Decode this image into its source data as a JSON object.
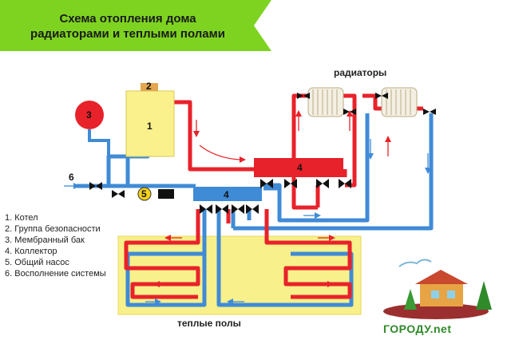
{
  "header": {
    "title_line1": "Схема отопления дома",
    "title_line2": "радиаторами и теплыми полами"
  },
  "labels": {
    "radiators": "радиаторы",
    "floors": "теплые полы"
  },
  "legend": {
    "items": [
      "1. Котел",
      "2. Группа безопасности",
      "3. Мембранный бак",
      "4. Коллектор",
      "5. Общий насос",
      "6. Восполнение системы"
    ]
  },
  "numbers": {
    "boiler": "1",
    "safety": "2",
    "tank": "3",
    "collector_hot": "4",
    "collector_cold": "4",
    "pump": "5",
    "refill": "6"
  },
  "logo": {
    "text": "ГОРОДУ.net"
  },
  "colors": {
    "hot": "#e8222a",
    "cold": "#3f8bd6",
    "banner": "#7ed321",
    "floor_area": "#f8f08a",
    "boiler": "#fbf18c"
  }
}
